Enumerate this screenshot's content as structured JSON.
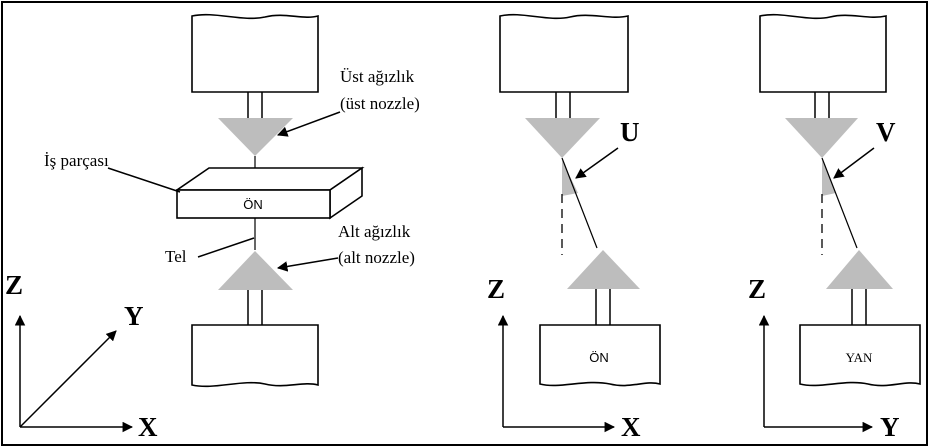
{
  "labels": {
    "upper_nozzle_line1": "Üst ağızlık",
    "upper_nozzle_line2": "(üst nozzle)",
    "workpiece": "İş parçası",
    "workpiece_face": "ÖN",
    "lower_nozzle_line1": "Alt ağızlık",
    "lower_nozzle_line2": "(alt nozzle)",
    "wire": "Tel"
  },
  "axes_view1": {
    "z": "Z",
    "y": "Y",
    "x": "X"
  },
  "view2": {
    "angle": "U",
    "box": "ÖN",
    "z": "Z",
    "x": "X"
  },
  "view3": {
    "angle": "V",
    "box": "YAN",
    "z": "Z",
    "y": "Y"
  },
  "colors": {
    "nozzle": "#bdbdbd",
    "line": "#000000",
    "background": "#ffffff"
  }
}
